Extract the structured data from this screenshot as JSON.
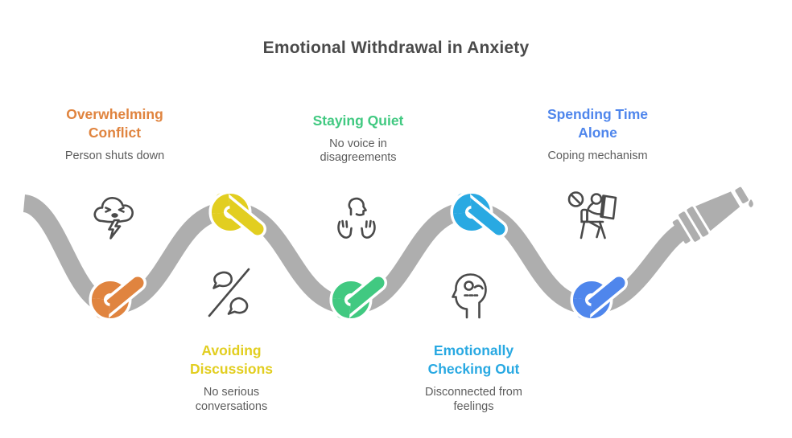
{
  "title": "Emotional Withdrawal in Anxiety",
  "colors": {
    "rope": "#aeaeae",
    "icon_stroke": "#4a4a4a",
    "title_text": "#4a4a4a",
    "subtitle_text": "#5d5d5d"
  },
  "stages": [
    {
      "title": "Overwhelming Conflict",
      "subtitle": "Person shuts down",
      "color": "#e0843f",
      "icon": "storm-cloud-icon"
    },
    {
      "title": "Avoiding Discussions",
      "subtitle": "No serious conversations",
      "color": "#e2ce20",
      "icon": "no-conversation-icon"
    },
    {
      "title": "Staying Quiet",
      "subtitle": "No voice in disagreements",
      "color": "#41c981",
      "icon": "quiet-hands-icon"
    },
    {
      "title": "Emotionally Checking Out",
      "subtitle": "Disconnected from feelings",
      "color": "#29a9e2",
      "icon": "checked-out-mind-icon"
    },
    {
      "title": "Spending Time Alone",
      "subtitle": "Coping mechanism",
      "color": "#4f86ec",
      "icon": "reading-alone-icon"
    }
  ]
}
